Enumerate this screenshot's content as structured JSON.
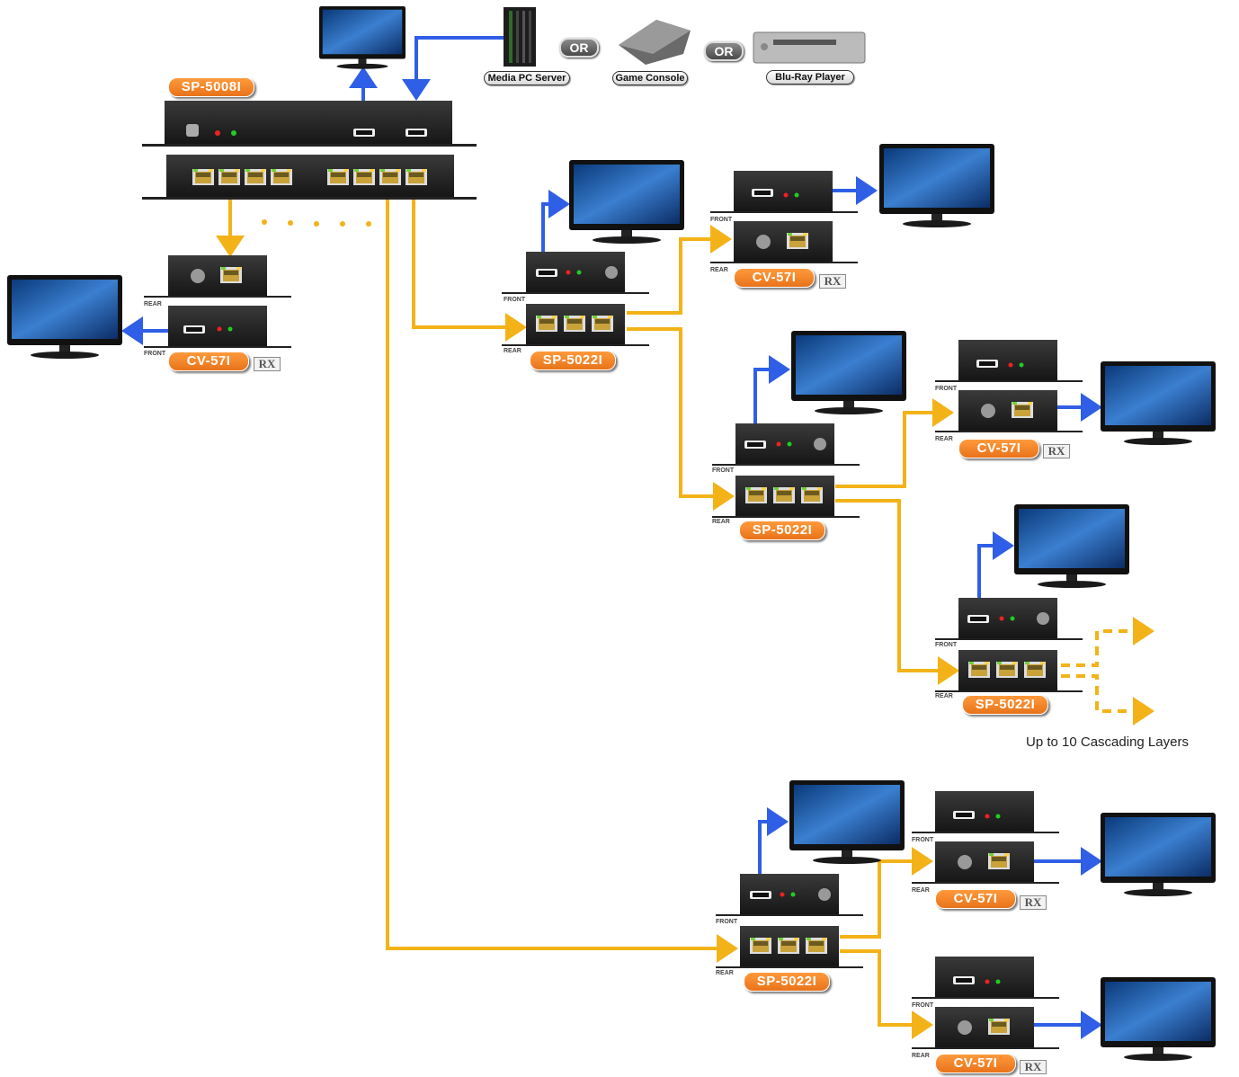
{
  "labels": {
    "or": "OR",
    "front": "FRONT",
    "rear": "REAR",
    "rx": "RX",
    "caption": "Up to 10 Cascading Layers"
  },
  "sources": {
    "media_pc": "Media PC Server",
    "game_console": "Game Console",
    "bluray": "Blu-Ray Player"
  },
  "models": {
    "main_switch": "SP-5008I",
    "splitter": "SP-5022I",
    "receiver": "CV-57I"
  },
  "colors": {
    "hdmi_line": "#2f5fe6",
    "cat_line": "#f3b318",
    "device_body": "#222222",
    "model_badge": "#f08a2a"
  }
}
